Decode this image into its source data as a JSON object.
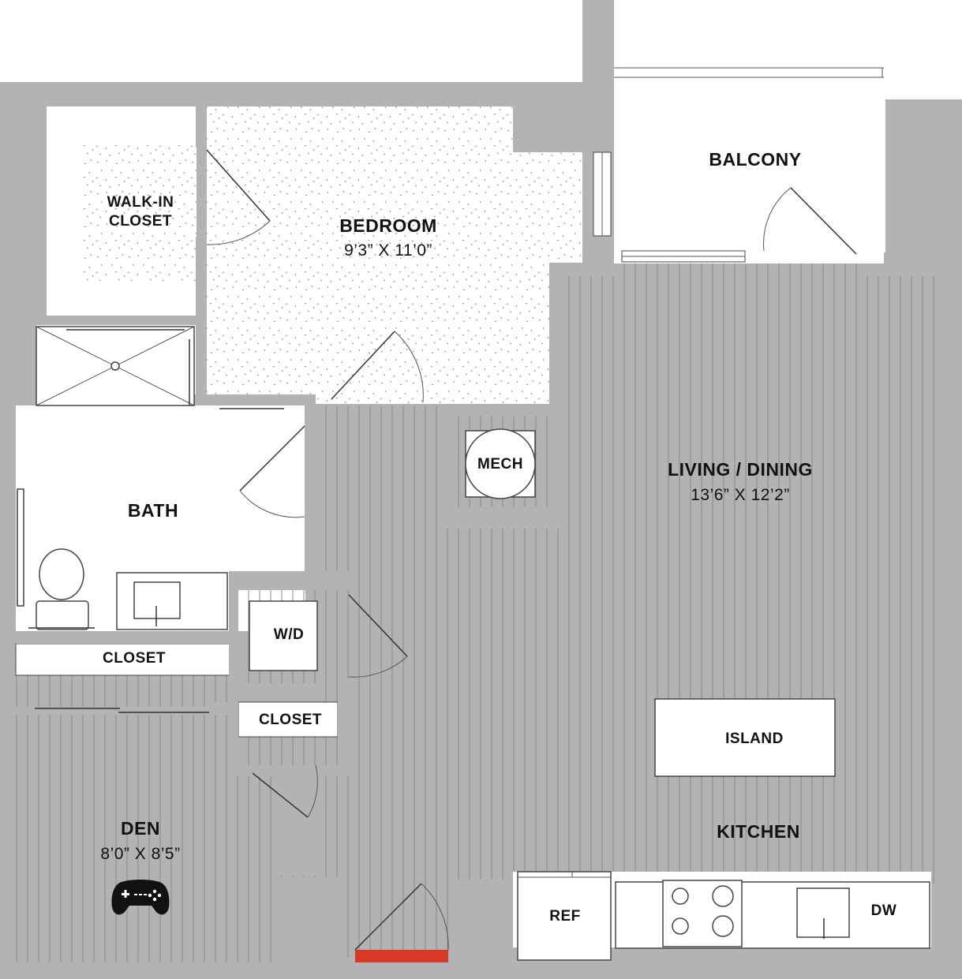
{
  "rooms": {
    "walk_in_closet": [
      "WALK-IN",
      "CLOSET"
    ],
    "bedroom": {
      "name": "BEDROOM",
      "dims": "9’3” X 11’0”"
    },
    "balcony": "BALCONY",
    "bath": "BATH",
    "mech": "MECH",
    "living_dining": {
      "name": "LIVING / DINING",
      "dims": "13’6” X 12’2”"
    },
    "wd": "W/D",
    "closet_1": "CLOSET",
    "closet_2": "CLOSET",
    "island": "ISLAND",
    "kitchen": "KITCHEN",
    "den": {
      "name": "DEN",
      "dims": "8’0” X 8’5”"
    },
    "ref": "REF",
    "dw": "DW"
  },
  "colors": {
    "wall": "#b3b3b5",
    "entry": "#d63a27",
    "carpet_speckle": "#9a9a9a"
  },
  "icons": [
    "game-controller-icon"
  ]
}
